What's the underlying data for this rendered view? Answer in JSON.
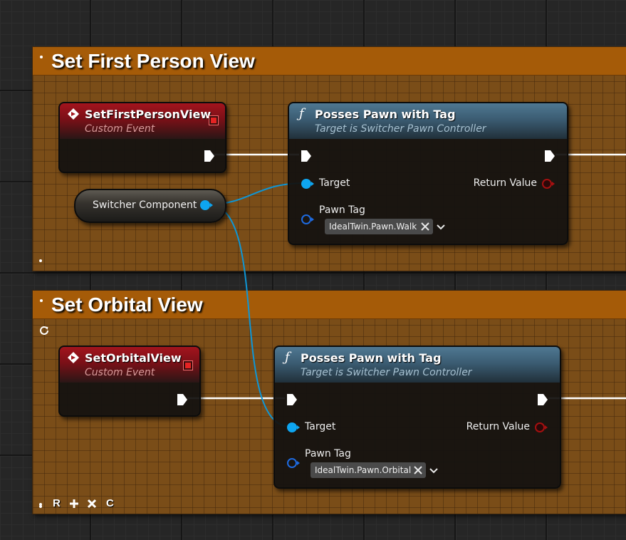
{
  "comments": [
    {
      "title": "Set First Person View"
    },
    {
      "title": "Set Orbital View"
    }
  ],
  "nodes": {
    "event_fpv": {
      "title": "SetFirstPersonView",
      "subtitle": "Custom Event"
    },
    "func_fpv": {
      "title": "Posses Pawn with Tag",
      "subtitle": "Target is Switcher Pawn Controller",
      "target_label": "Target",
      "return_label": "Return Value",
      "pawn_tag_label": "Pawn Tag",
      "pawn_tag_value": "IdealTwin.Pawn.Walk"
    },
    "event_orbital": {
      "title": "SetOrbitalView",
      "subtitle": "Custom Event"
    },
    "func_orbital": {
      "title": "Posses Pawn with Tag",
      "subtitle": "Target is Switcher Pawn Controller",
      "target_label": "Target",
      "return_label": "Return Value",
      "pawn_tag_label": "Pawn Tag",
      "pawn_tag_value": "IdealTwin.Pawn.Orbital"
    },
    "variable": {
      "label": "Switcher Component"
    }
  },
  "bottom_controls": [
    "R",
    "C"
  ],
  "colors": {
    "comment_header": "#a55b08",
    "comment_body": "#7a4d18",
    "event_header": "#a3141d",
    "function_header": "#4f7892",
    "object_pin": "#0ea5f0",
    "exec_wire": "#ffffff",
    "delegate_pin": "#e52323",
    "return_pin": "#a51010"
  },
  "icons": [
    "event-diamond-icon",
    "function-icon",
    "refresh-icon",
    "plus-icon",
    "close-icon",
    "chevron-down-icon",
    "exec-pin-icon",
    "object-pin-icon"
  ]
}
